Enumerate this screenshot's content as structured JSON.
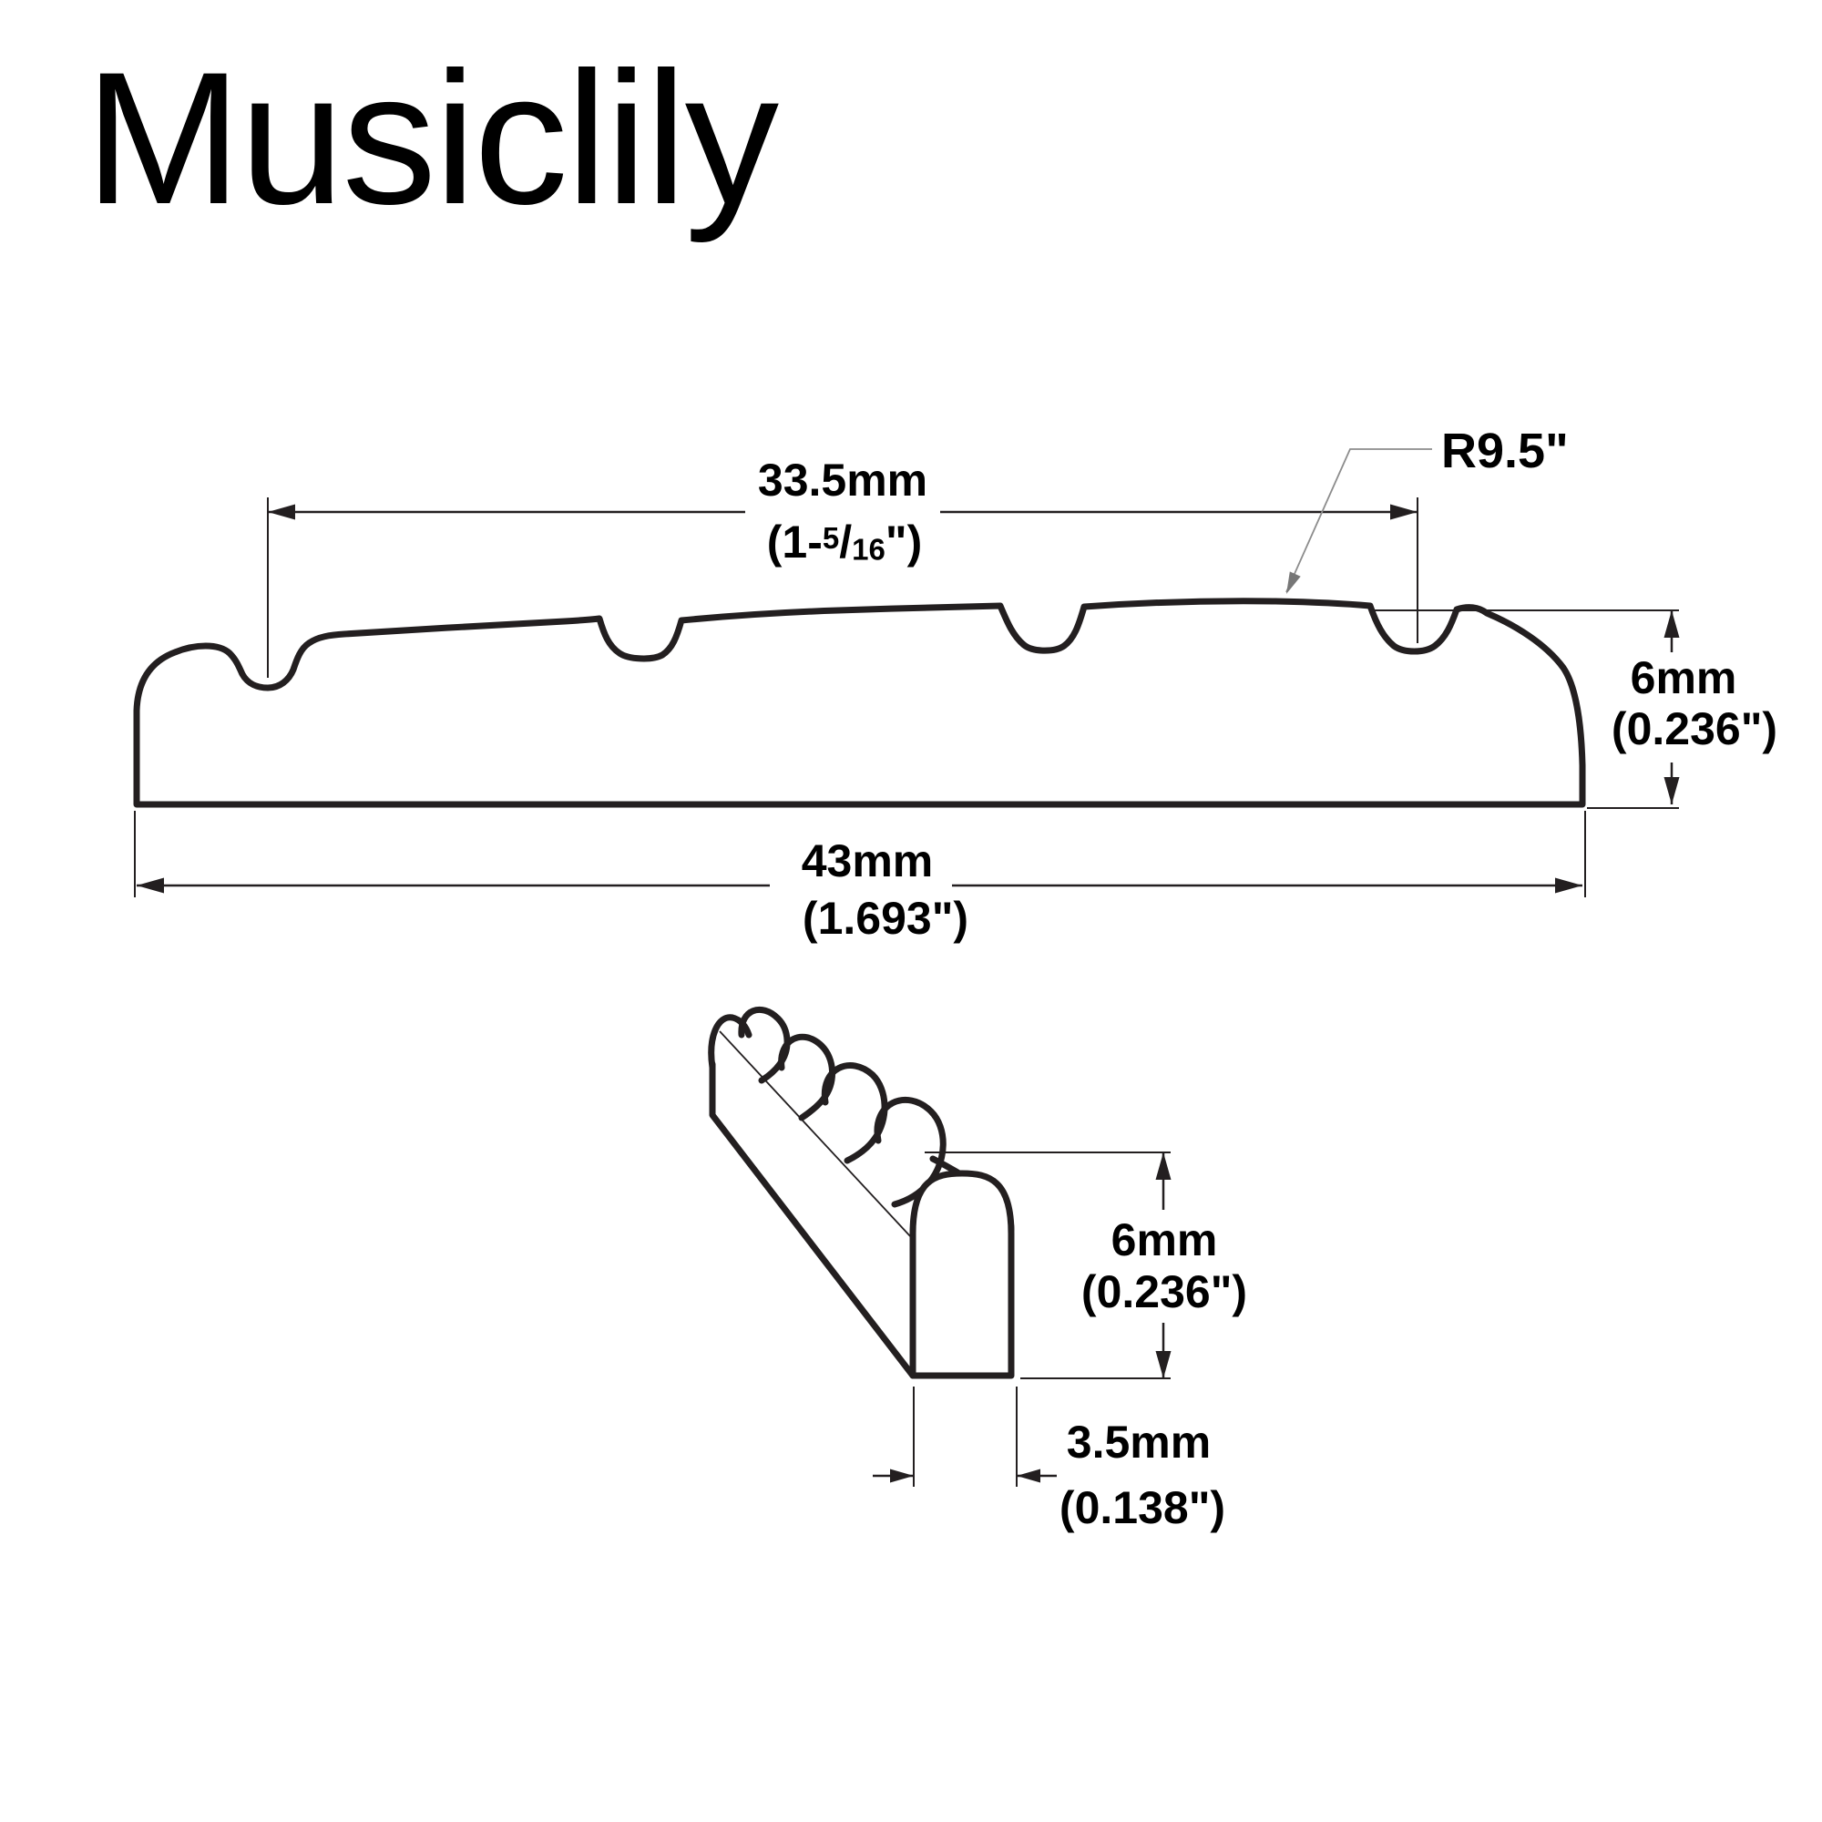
{
  "title": "Musiclily",
  "colors": {
    "ink": "#231f20",
    "leader": "#8c8c8c",
    "background": "#ffffff"
  },
  "side_view": {
    "slot_span": {
      "metric": "33.5mm",
      "imperial_open": "(1-",
      "imperial_num": "5",
      "imperial_slash": "/",
      "imperial_den": "16",
      "imperial_close": "\")"
    },
    "radius_label": "R9.5\"",
    "height": {
      "metric": "6mm",
      "imperial": "(0.236\")"
    },
    "width": {
      "metric": "43mm",
      "imperial": "(1.693\")"
    }
  },
  "end_view": {
    "height": {
      "metric": "6mm",
      "imperial": "(0.236\")"
    },
    "thickness": {
      "metric": "3.5mm",
      "imperial": "(0.138\")"
    }
  }
}
